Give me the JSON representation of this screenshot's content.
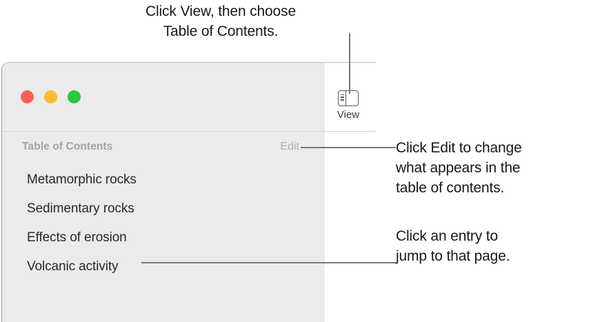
{
  "annotations": {
    "top": "Click View, then choose\nTable of Contents.",
    "edit": "Click Edit to change\nwhat appears in the\ntable of contents.",
    "entry": "Click an entry to\njump to that page."
  },
  "window": {
    "traffic_lights": [
      {
        "name": "close",
        "color": "#ff5f57"
      },
      {
        "name": "minimize",
        "color": "#febc2e"
      },
      {
        "name": "zoom",
        "color": "#28c840"
      }
    ],
    "toolbar": {
      "view_button": {
        "label": "View",
        "icon": "sidebar-toggle-icon"
      }
    },
    "sidebar": {
      "header": {
        "title": "Table of Contents",
        "edit_label": "Edit"
      },
      "entries": [
        {
          "label": "Metamorphic rocks"
        },
        {
          "label": "Sedimentary rocks"
        },
        {
          "label": "Effects of erosion"
        },
        {
          "label": "Volcanic activity"
        }
      ]
    }
  },
  "colors": {
    "sidebar_bg": "#ebebeb",
    "content_bg": "#ffffff",
    "leader_line": "#76787a",
    "toc_title": "#a4a4a4",
    "toc_edit": "#b0b0b0",
    "entry_text": "#26282a",
    "callout_text": "#16181a"
  }
}
